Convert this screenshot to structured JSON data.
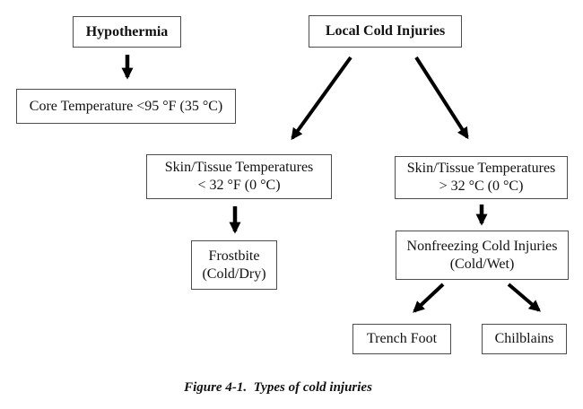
{
  "figure": {
    "caption": "Figure 4-1.  Types of cold injuries"
  },
  "nodes": {
    "hypothermia": {
      "label": "Hypothermia"
    },
    "local_cold_injuries": {
      "label": "Local Cold Injuries"
    },
    "core_temperature": {
      "label": "Core Temperature <95 °F (35 °C)"
    },
    "skin_below_freezing": {
      "line1": "Skin/Tissue Temperatures",
      "line2": "< 32 °F (0 °C)"
    },
    "skin_above_freezing": {
      "line1": "Skin/Tissue Temperatures",
      "line2": "> 32 °C (0 °C)"
    },
    "frostbite": {
      "line1": "Frostbite",
      "line2": "(Cold/Dry)"
    },
    "nonfreezing": {
      "line1": "Nonfreezing Cold Injuries",
      "line2": "(Cold/Wet)"
    },
    "trench_foot": {
      "label": "Trench Foot"
    },
    "chilblains": {
      "label": "Chilblains"
    }
  },
  "edges": [
    {
      "from": "Hypothermia",
      "to": "Core Temperature <95 °F (35 °C)"
    },
    {
      "from": "Local Cold Injuries",
      "to": "Skin/Tissue Temperatures < 32 °F (0 °C)"
    },
    {
      "from": "Local Cold Injuries",
      "to": "Skin/Tissue Temperatures > 32 °C (0 °C)"
    },
    {
      "from": "Skin/Tissue Temperatures < 32 °F (0 °C)",
      "to": "Frostbite (Cold/Dry)"
    },
    {
      "from": "Skin/Tissue Temperatures > 32 °C (0 °C)",
      "to": "Nonfreezing Cold Injuries (Cold/Wet)"
    },
    {
      "from": "Nonfreezing Cold Injuries (Cold/Wet)",
      "to": "Trench Foot"
    },
    {
      "from": "Nonfreezing Cold Injuries (Cold/Wet)",
      "to": "Chilblains"
    }
  ],
  "colors": {
    "background": "#ffffff",
    "box_border": "#4d4d4d",
    "text": "#111111",
    "arrow": "#000000"
  }
}
